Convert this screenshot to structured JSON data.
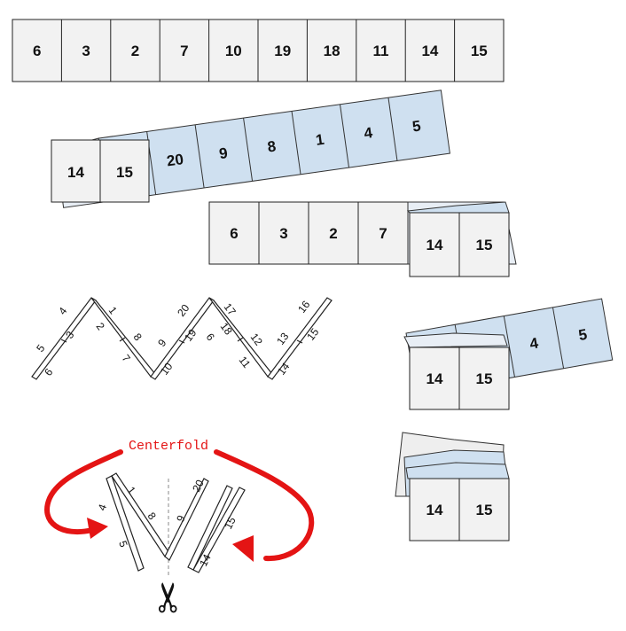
{
  "top_strip": {
    "numbers": [
      "6",
      "3",
      "2",
      "7",
      "10",
      "19",
      "18",
      "11",
      "14",
      "15"
    ]
  },
  "fold_step_1": {
    "front_panels": [
      "14",
      "15"
    ],
    "back_panels": [
      "20",
      "9",
      "8",
      "1",
      "4",
      "5"
    ]
  },
  "fold_step_2": {
    "front_panels": [
      "6",
      "3",
      "2",
      "7"
    ],
    "folded_panels": [
      "14",
      "15"
    ]
  },
  "zigzag": {
    "numbers_top": [
      "4",
      "1",
      "20",
      "17",
      "16"
    ],
    "numbers_side": [
      "5",
      "3",
      "2",
      "8",
      "9",
      "19",
      "6",
      "18",
      "12",
      "13",
      "15"
    ],
    "numbers_bottom": [
      "6",
      "7",
      "10",
      "11",
      "14"
    ]
  },
  "stack_step_1": {
    "front_panels": [
      "14",
      "15"
    ],
    "back_panels": [
      "4",
      "5"
    ]
  },
  "stack_step_2": {
    "front_panels": [
      "14",
      "15"
    ]
  },
  "centerfold_diagram": {
    "label": "Centerfold",
    "left_numbers": [
      "1",
      "4",
      "8",
      "5"
    ],
    "right_numbers": [
      "20",
      "9",
      "15",
      "14"
    ],
    "scissors_glyph": "✂",
    "arrow_color": "#e41414"
  },
  "colors": {
    "panel_light": "#f2f2f2",
    "panel_blue": "#cfe0f0",
    "outline": "#222222",
    "accent_red": "#e41414"
  }
}
